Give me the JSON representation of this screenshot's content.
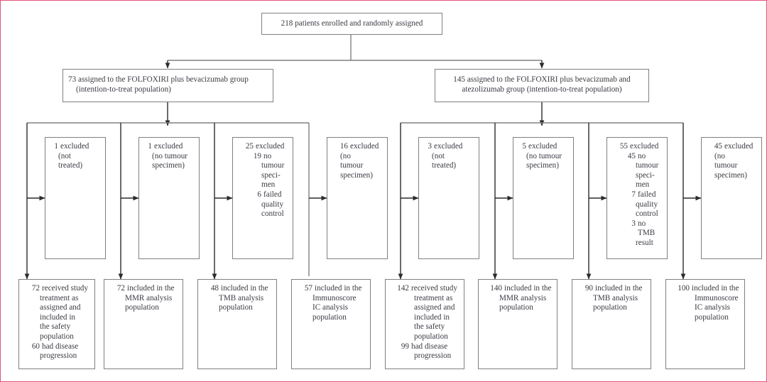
{
  "page": {
    "border_color": "#e3527a",
    "box_border_color": "#808080",
    "text_color": "#3b3b44",
    "background": "#ffffff"
  },
  "diagram": {
    "type": "consort-flow-diagram",
    "enrollment": {
      "label": "218 patients enrolled and randomly assigned",
      "count": 218
    },
    "groups": [
      {
        "id": "ffb",
        "count": 73,
        "line1": "73 assigned to the FOLFOXIRI plus bevacizumab group",
        "line2": "(intention-to-treat population)"
      },
      {
        "id": "ffba",
        "count": 145,
        "line1": "145 assigned to the FOLFOXIRI plus bevacizumab and",
        "line2": "atezolizumab group (intention-to-treat population)"
      }
    ],
    "exclusions": [
      {
        "id": "excl-1",
        "header_num": "1",
        "header_txt": "excluded",
        "lines": [
          {
            "indent": 1,
            "text": "(not"
          },
          {
            "indent": 1,
            "text": "treated)"
          }
        ]
      },
      {
        "id": "excl-2",
        "header_num": "1",
        "header_txt": "excluded",
        "lines": [
          {
            "indent": 1,
            "text": "(no tumour"
          },
          {
            "indent": 1,
            "text": "specimen)"
          }
        ]
      },
      {
        "id": "excl-3",
        "header_num": "25",
        "header_txt": "excluded",
        "sub": [
          {
            "num": "19",
            "txt": "no",
            "cont": [
              "tumour",
              "speci-",
              "men"
            ]
          },
          {
            "num": "6",
            "txt": "failed",
            "cont": [
              "quality",
              "control"
            ]
          }
        ]
      },
      {
        "id": "excl-4",
        "header_num": "16",
        "header_txt": "excluded",
        "lines": [
          {
            "indent": 1,
            "text": "(no"
          },
          {
            "indent": 1,
            "text": "tumour"
          },
          {
            "indent": 1,
            "text": "specimen)"
          }
        ]
      },
      {
        "id": "excl-5",
        "header_num": "3",
        "header_txt": "excluded",
        "lines": [
          {
            "indent": 1,
            "text": "(not"
          },
          {
            "indent": 1,
            "text": "treated)"
          }
        ]
      },
      {
        "id": "excl-6",
        "header_num": "5",
        "header_txt": "excluded",
        "lines": [
          {
            "indent": 1,
            "text": "(no tumour"
          },
          {
            "indent": 1,
            "text": "specimen)"
          }
        ]
      },
      {
        "id": "excl-7",
        "header_num": "55",
        "header_txt": "excluded",
        "sub": [
          {
            "num": "45",
            "txt": "no",
            "cont": [
              "tumour",
              "speci-",
              "men"
            ]
          },
          {
            "num": "7",
            "txt": "failed",
            "cont": [
              "quality",
              "control"
            ]
          },
          {
            "num": "3",
            "txt": "no TMB",
            "cont": [
              "result"
            ]
          }
        ]
      },
      {
        "id": "excl-8",
        "header_num": "45",
        "header_txt": "excluded",
        "lines": [
          {
            "indent": 1,
            "text": "(no"
          },
          {
            "indent": 1,
            "text": "tumour"
          },
          {
            "indent": 1,
            "text": "specimen)"
          }
        ]
      }
    ],
    "outcomes": [
      {
        "id": "out-1",
        "header_num": "72",
        "header_txt": "received study",
        "lines": [
          {
            "indent": 1,
            "text": "treatment as"
          },
          {
            "indent": 1,
            "text": "assigned and"
          },
          {
            "indent": 1,
            "text": "included in"
          },
          {
            "indent": 1,
            "text": "the safety"
          },
          {
            "indent": 1,
            "text": "population"
          }
        ],
        "sub": [
          {
            "num": "60",
            "txt": "had disease",
            "cont": [
              "progression"
            ]
          }
        ]
      },
      {
        "id": "out-2",
        "header_num": "72",
        "header_txt": "included in the",
        "lines": [
          {
            "indent": 1,
            "text": "MMR analysis"
          },
          {
            "indent": 1,
            "text": "population"
          }
        ]
      },
      {
        "id": "out-3",
        "header_num": "48",
        "header_txt": "included in the",
        "lines": [
          {
            "indent": 1,
            "text": "TMB analysis"
          },
          {
            "indent": 1,
            "text": "population"
          }
        ]
      },
      {
        "id": "out-4",
        "header_num": "57",
        "header_txt": "included in the",
        "lines": [
          {
            "indent": 1,
            "text": "Immunoscore"
          },
          {
            "indent": 1,
            "text": "IC analysis"
          },
          {
            "indent": 1,
            "text": "population"
          }
        ]
      },
      {
        "id": "out-5",
        "header_num": "142",
        "header_txt": "received study",
        "lines": [
          {
            "indent": 1,
            "text": "treatment as"
          },
          {
            "indent": 1,
            "text": "assigned and"
          },
          {
            "indent": 1,
            "text": "included in"
          },
          {
            "indent": 1,
            "text": "the safety"
          },
          {
            "indent": 1,
            "text": "population"
          }
        ],
        "sub": [
          {
            "num": "99",
            "txt": "had disease",
            "cont": [
              "progression"
            ]
          }
        ]
      },
      {
        "id": "out-6",
        "header_num": "140",
        "header_txt": "included in the",
        "lines": [
          {
            "indent": 1,
            "text": "MMR analysis"
          },
          {
            "indent": 1,
            "text": "population"
          }
        ]
      },
      {
        "id": "out-7",
        "header_num": "90",
        "header_txt": "included in the",
        "lines": [
          {
            "indent": 1,
            "text": "TMB analysis"
          },
          {
            "indent": 1,
            "text": "population"
          }
        ]
      },
      {
        "id": "out-8",
        "header_num": "100",
        "header_txt": "included in the",
        "lines": [
          {
            "indent": 1,
            "text": "Immunoscore"
          },
          {
            "indent": 1,
            "text": "IC analysis"
          },
          {
            "indent": 1,
            "text": "population"
          }
        ]
      }
    ]
  }
}
